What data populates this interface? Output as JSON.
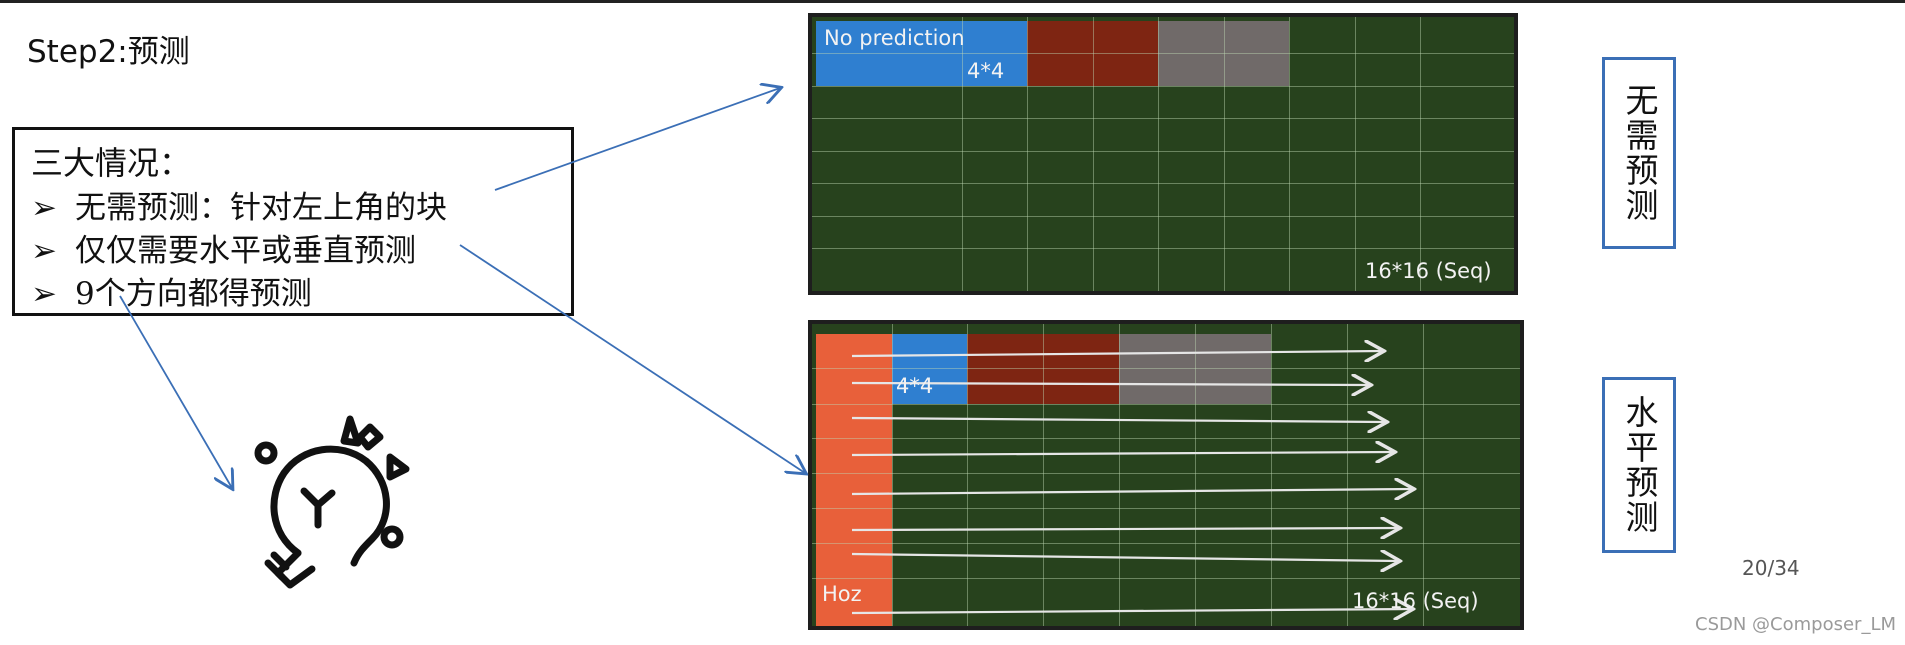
{
  "slide": {
    "title": "Step2:预测",
    "page_number": "20/34",
    "watermark": "CSDN @Composer_LM"
  },
  "cases": {
    "heading": "三大情况：",
    "bullet": "➢",
    "items": [
      "无需预测：针对左上角的块",
      "仅仅需要水平或垂直预测",
      "9个方向都得预测"
    ]
  },
  "panel_top": {
    "corner_label": "No prediction",
    "block_label": "4*4",
    "size_label": "16*16  (Seq)",
    "side_label": "无需预测",
    "colors": {
      "grid": "#27421d",
      "blue": "#2f7fd0",
      "red": "#7e2512",
      "gray": "#706a69"
    }
  },
  "panel_bottom": {
    "corner_label": "Hoz",
    "block_label": "4*4",
    "size_label": "16*16  (Seq)",
    "side_label": "水平预测",
    "colors": {
      "grid": "#27421d",
      "orange": "#e8603a",
      "blue": "#2f7fd0",
      "red": "#7e2512",
      "gray": "#706a69"
    }
  },
  "icons": [
    "lightbulb-icon"
  ]
}
